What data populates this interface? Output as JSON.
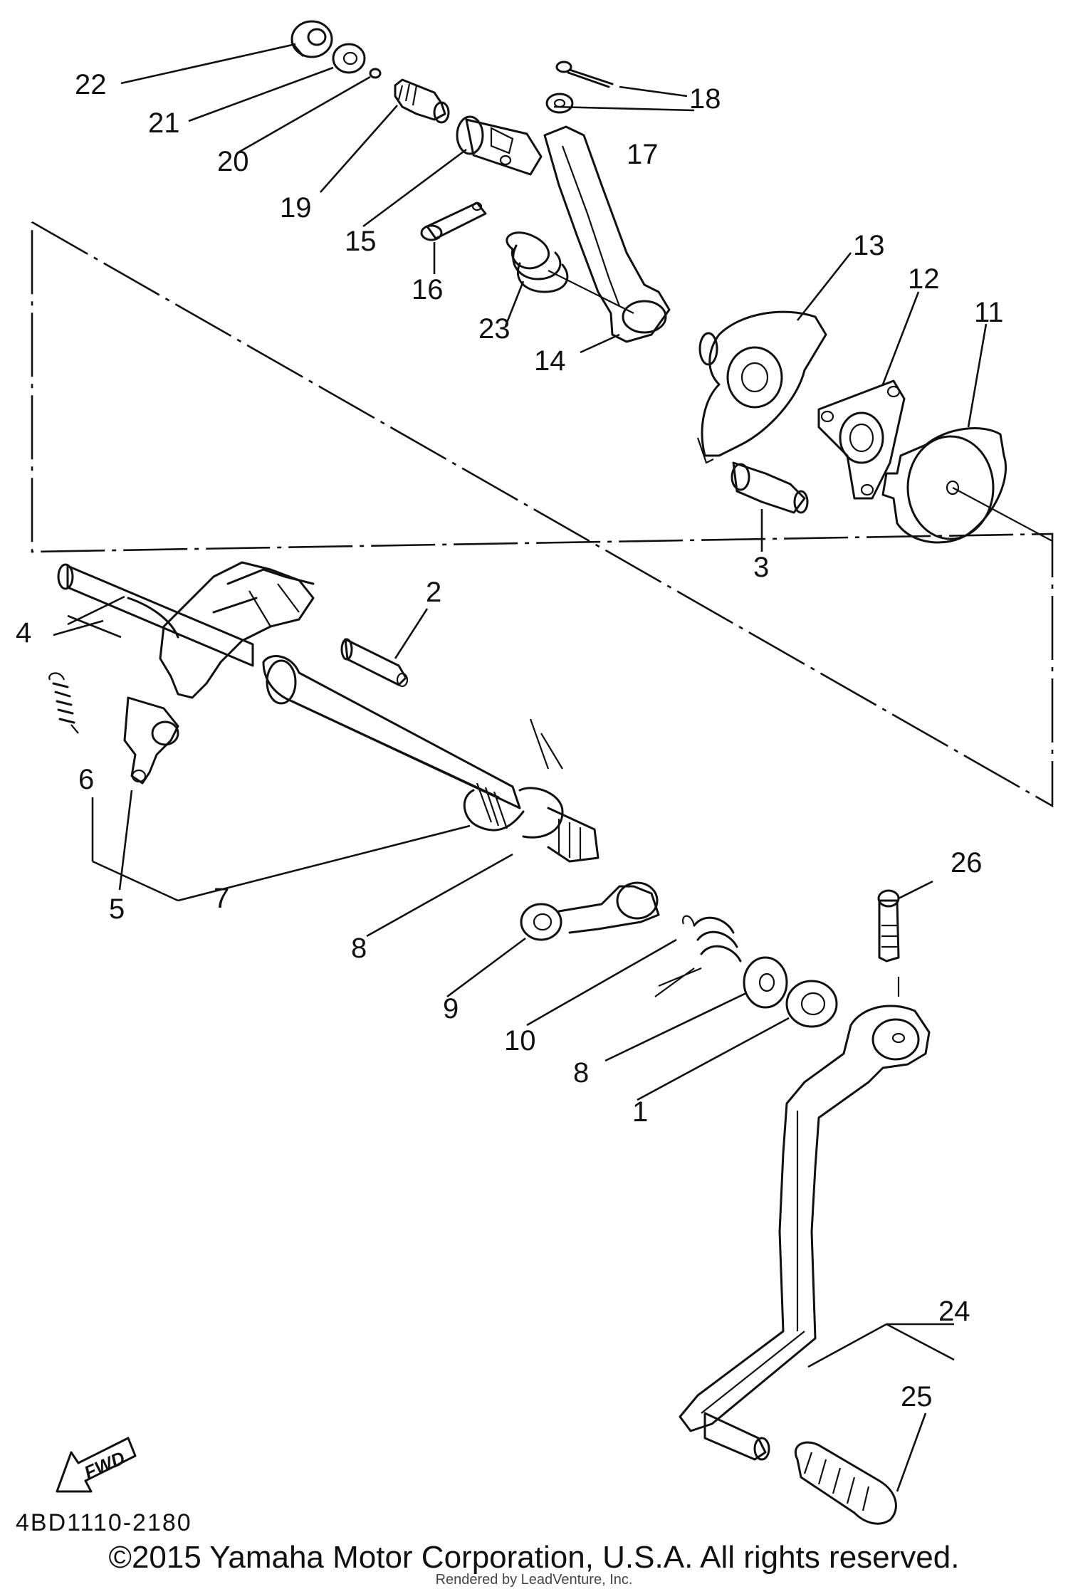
{
  "diagram": {
    "part_code": "4BD1110-2180",
    "fwd_label": "FWD",
    "callouts": [
      "1",
      "2",
      "3",
      "4",
      "5",
      "6",
      "7",
      "8",
      "8",
      "9",
      "10",
      "11",
      "12",
      "13",
      "14",
      "15",
      "16",
      "17",
      "18",
      "19",
      "20",
      "21",
      "22",
      "23",
      "24",
      "25",
      "26"
    ]
  },
  "footer": {
    "copyright": "©2015 Yamaha Motor Corporation, U.S.A. All rights reserved.",
    "rendered_by": "Rendered by LeadVenture, Inc."
  }
}
